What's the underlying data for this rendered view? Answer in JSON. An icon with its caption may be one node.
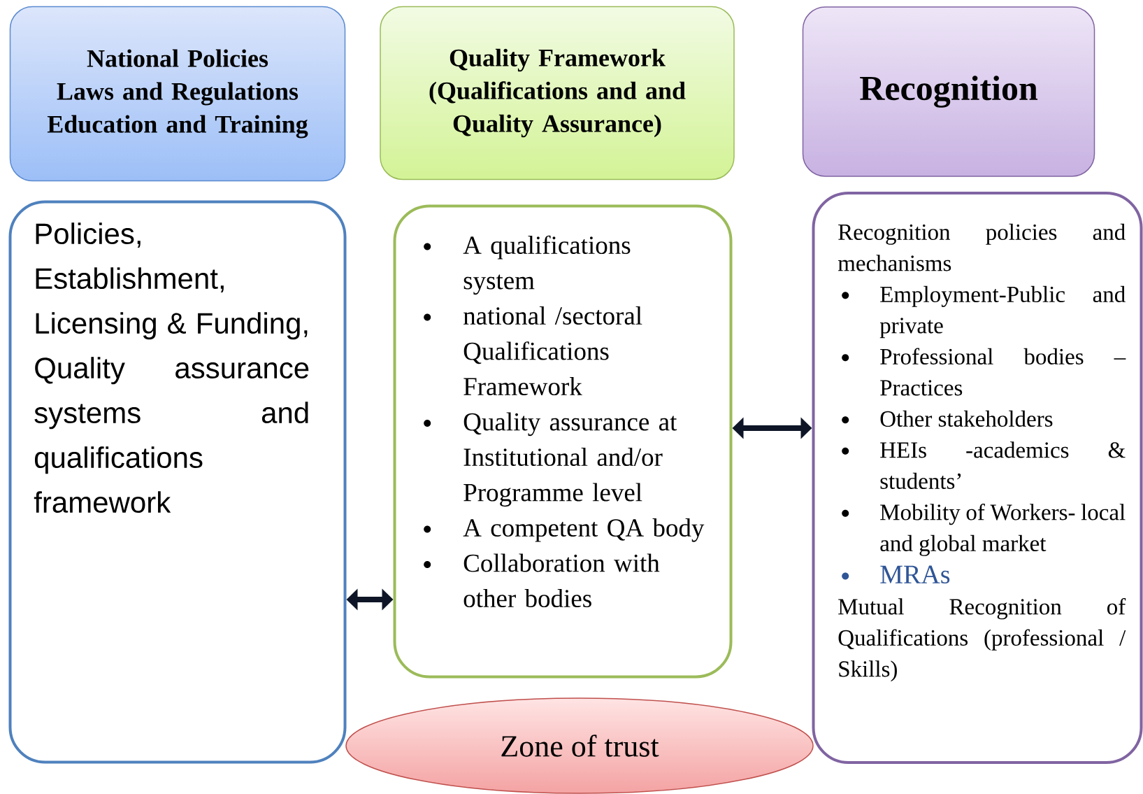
{
  "diagram": {
    "nodes": [
      {
        "text": [
          "National Policies Laws and Regulations Education and Training"
        ]
      },
      {
        "text": [
          "Quality Framework (Qualifications and and Quality Assurance)"
        ]
      },
      {
        "text": [
          "Recognition"
        ]
      },
      {
        "text": [
          "Policies, Establishment, Licensing & Funding, Quality assurance systems and qualifications framework"
        ]
      },
      {
        "text": [
          "A qualifications system",
          "national /sectoral Qualifications Framework",
          "Quality assurance at Institutional and/or Programme level",
          "A competent QA body",
          "Collaboration with other bodies"
        ]
      },
      {
        "text": [
          "Recognition policies and mechanisms",
          "Employment-Public and private",
          "Professional bodies – Practices",
          "Other stakeholders",
          "HEIs -academics & students’",
          "Mobility of Workers- local and global market",
          "MRAs",
          "Mutual Recognition of Qualifications (professional / Skills)"
        ]
      },
      {
        "text": [
          "Zone of trust"
        ]
      }
    ],
    "edges": [
      {
        "from": 3,
        "to": 4,
        "arrow": "both"
      },
      {
        "from": 4,
        "to": 5,
        "arrow": "both"
      }
    ]
  }
}
